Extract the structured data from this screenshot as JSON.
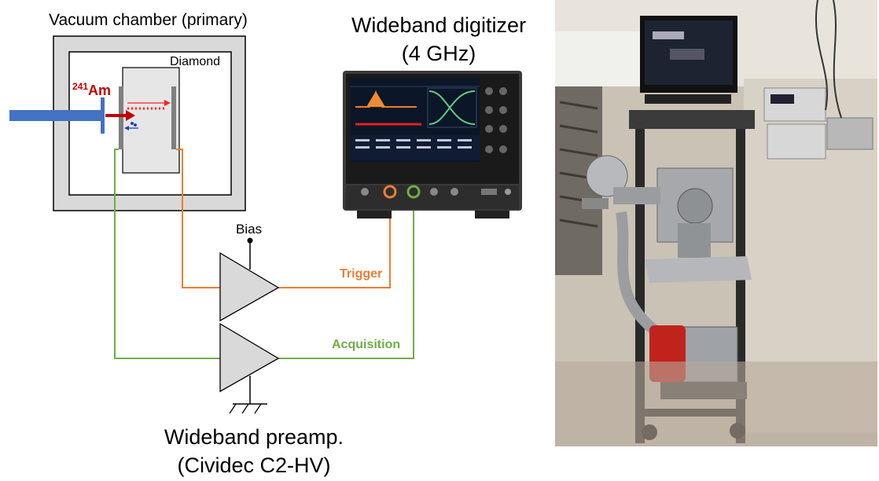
{
  "labels": {
    "chamber": "Vacuum chamber (primary)",
    "digitizer_line1": "Wideband digitizer",
    "digitizer_line2": "(4 GHz)",
    "diamond": "Diamond",
    "source_mass": "241",
    "source_element": "Am",
    "bias": "Bias",
    "trigger": "Trigger",
    "acquisition": "Acquisition",
    "preamp_line1": "Wideband preamp.",
    "preamp_line2": "(Cividec C2-HV)"
  },
  "colors": {
    "trigger": "#ed7d31",
    "acquisition": "#70ad47",
    "source": "#c00000",
    "beam": "#4472c4",
    "chamber_fill": "#d9d9d9",
    "amplifier_fill": "#d9d9d9"
  },
  "icons": [
    "oscilloscope-image",
    "lab-setup-photo",
    "ground-symbol"
  ]
}
